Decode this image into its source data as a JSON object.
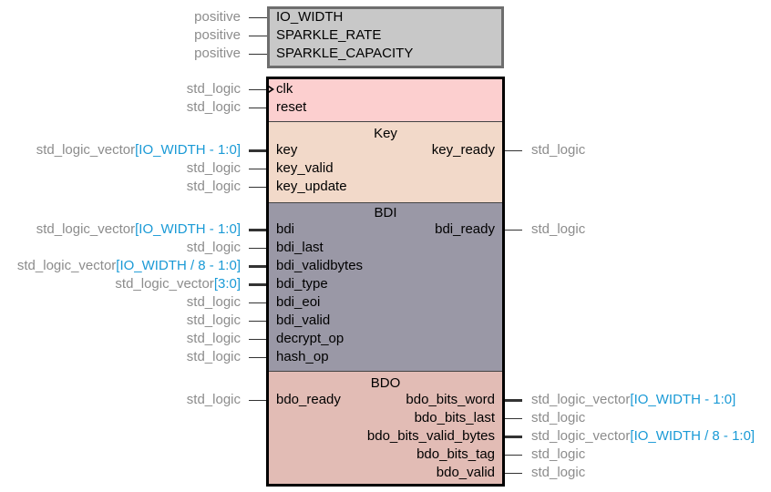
{
  "colors": {
    "generics_bg": "#c8c8c8",
    "clock_bg": "#fccfcf",
    "key_bg": "#f2d9c9",
    "bdi_bg": "#9a98a6",
    "bdo_bg": "#e2bcb5",
    "type_text": "#8c8c8c",
    "range_text": "#1a9ad6"
  },
  "generics": [
    {
      "name": "IO_WIDTH",
      "type": "positive"
    },
    {
      "name": "SPARKLE_RATE",
      "type": "positive"
    },
    {
      "name": "SPARKLE_CAPACITY",
      "type": "positive"
    }
  ],
  "sections": [
    {
      "id": "clock",
      "title": "",
      "inputs": [
        {
          "name": "clk",
          "type": "std_logic",
          "range": "",
          "clock": true
        },
        {
          "name": "reset",
          "type": "std_logic",
          "range": ""
        }
      ],
      "outputs": []
    },
    {
      "id": "key",
      "title": "Key",
      "inputs": [
        {
          "name": "key",
          "type": "std_logic_vector",
          "range": "[IO_WIDTH - 1:0]"
        },
        {
          "name": "key_valid",
          "type": "std_logic",
          "range": ""
        },
        {
          "name": "key_update",
          "type": "std_logic",
          "range": ""
        }
      ],
      "outputs": [
        {
          "name": "key_ready",
          "type": "std_logic",
          "range": ""
        }
      ]
    },
    {
      "id": "bdi",
      "title": "BDI",
      "inputs": [
        {
          "name": "bdi",
          "type": "std_logic_vector",
          "range": "[IO_WIDTH - 1:0]"
        },
        {
          "name": "bdi_last",
          "type": "std_logic",
          "range": ""
        },
        {
          "name": "bdi_validbytes",
          "type": "std_logic_vector",
          "range": "[IO_WIDTH / 8 - 1:0]"
        },
        {
          "name": "bdi_type",
          "type": "std_logic_vector",
          "range": "[3:0]"
        },
        {
          "name": "bdi_eoi",
          "type": "std_logic",
          "range": ""
        },
        {
          "name": "bdi_valid",
          "type": "std_logic",
          "range": ""
        },
        {
          "name": "decrypt_op",
          "type": "std_logic",
          "range": ""
        },
        {
          "name": "hash_op",
          "type": "std_logic",
          "range": ""
        }
      ],
      "outputs": [
        {
          "name": "bdi_ready",
          "type": "std_logic",
          "range": ""
        }
      ]
    },
    {
      "id": "bdo",
      "title": "BDO",
      "inputs": [
        {
          "name": "bdo_ready",
          "type": "std_logic",
          "range": ""
        }
      ],
      "outputs": [
        {
          "name": "bdo_bits_word",
          "type": "std_logic_vector",
          "range": "[IO_WIDTH - 1:0]"
        },
        {
          "name": "bdo_bits_last",
          "type": "std_logic",
          "range": ""
        },
        {
          "name": "bdo_bits_valid_bytes",
          "type": "std_logic_vector",
          "range": "[IO_WIDTH / 8 - 1:0]"
        },
        {
          "name": "bdo_bits_tag",
          "type": "std_logic",
          "range": ""
        },
        {
          "name": "bdo_valid",
          "type": "std_logic",
          "range": ""
        }
      ]
    }
  ]
}
